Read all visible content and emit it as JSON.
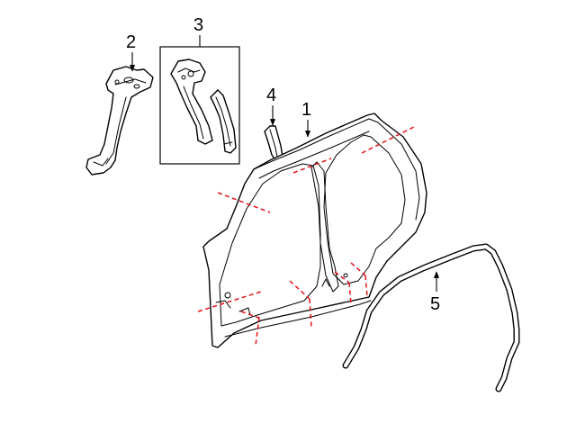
{
  "diagram": {
    "callouts": {
      "c1": "1",
      "c2": "2",
      "c3": "3",
      "c4": "4",
      "c5": "5"
    },
    "colors": {
      "line": "#000000",
      "cut_line": "#e8101a",
      "background": "#ffffff"
    }
  }
}
